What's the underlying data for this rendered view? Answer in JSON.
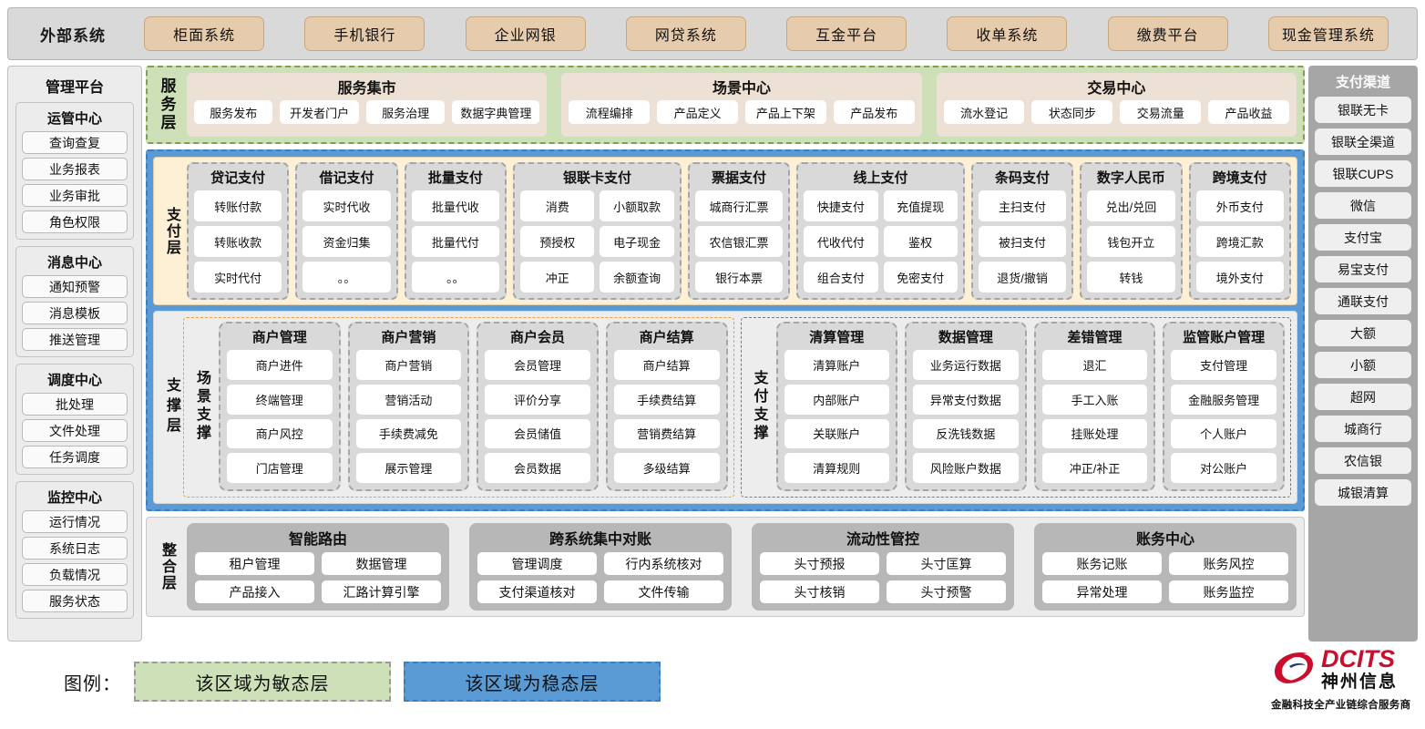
{
  "external": {
    "title": "外部系统",
    "items": [
      "柜面系统",
      "手机银行",
      "企业网银",
      "网贷系统",
      "互金平台",
      "收单系统",
      "缴费平台",
      "现金管理系统"
    ]
  },
  "left_sidebar": {
    "title": "管理平台",
    "groups": [
      {
        "title": "运管中心",
        "items": [
          "查询查复",
          "业务报表",
          "业务审批",
          "角色权限"
        ]
      },
      {
        "title": "消息中心",
        "items": [
          "通知预警",
          "消息模板",
          "推送管理"
        ]
      },
      {
        "title": "调度中心",
        "items": [
          "批处理",
          "文件处理",
          "任务调度"
        ]
      },
      {
        "title": "监控中心",
        "items": [
          "运行情况",
          "系统日志",
          "负载情况",
          "服务状态"
        ]
      }
    ]
  },
  "right_sidebar": {
    "title": "支付渠道",
    "items": [
      "银联无卡",
      "银联全渠道",
      "银联CUPS",
      "微信",
      "支付宝",
      "易宝支付",
      "通联支付",
      "大额",
      "小额",
      "超网",
      "城商行",
      "农信银",
      "城银清算"
    ]
  },
  "service_layer": {
    "label": "服务层",
    "groups": [
      {
        "title": "服务集市",
        "items": [
          "服务发布",
          "开发者门户",
          "服务治理",
          "数据字典管理"
        ]
      },
      {
        "title": "场景中心",
        "items": [
          "流程编排",
          "产品定义",
          "产品上下架",
          "产品发布"
        ]
      },
      {
        "title": "交易中心",
        "items": [
          "流水登记",
          "状态同步",
          "交易流量",
          "产品收益"
        ]
      }
    ]
  },
  "payment_layer": {
    "label": "支付层",
    "cards": [
      {
        "title": "贷记支付",
        "cols": 1,
        "rows": [
          [
            "转账付款"
          ],
          [
            "转账收款"
          ],
          [
            "实时代付"
          ]
        ]
      },
      {
        "title": "借记支付",
        "cols": 1,
        "rows": [
          [
            "实时代收"
          ],
          [
            "资金归集"
          ],
          [
            "。。"
          ]
        ]
      },
      {
        "title": "批量支付",
        "cols": 1,
        "rows": [
          [
            "批量代收"
          ],
          [
            "批量代付"
          ],
          [
            "。。"
          ]
        ]
      },
      {
        "title": "银联卡支付",
        "cols": 2,
        "rows": [
          [
            "消费",
            "小额取款"
          ],
          [
            "预授权",
            "电子现金"
          ],
          [
            "冲正",
            "余额查询"
          ]
        ]
      },
      {
        "title": "票据支付",
        "cols": 1,
        "rows": [
          [
            "城商行汇票"
          ],
          [
            "农信银汇票"
          ],
          [
            "银行本票"
          ]
        ]
      },
      {
        "title": "线上支付",
        "cols": 2,
        "rows": [
          [
            "快捷支付",
            "充值提现"
          ],
          [
            "代收代付",
            "鉴权"
          ],
          [
            "组合支付",
            "免密支付"
          ]
        ]
      },
      {
        "title": "条码支付",
        "cols": 1,
        "rows": [
          [
            "主扫支付"
          ],
          [
            "被扫支付"
          ],
          [
            "退货/撤销"
          ]
        ]
      },
      {
        "title": "数字人民币",
        "cols": 1,
        "rows": [
          [
            "兑出/兑回"
          ],
          [
            "钱包开立"
          ],
          [
            "转钱"
          ]
        ]
      },
      {
        "title": "跨境支付",
        "cols": 1,
        "rows": [
          [
            "外币支付"
          ],
          [
            "跨境汇款"
          ],
          [
            "境外支付"
          ]
        ]
      }
    ]
  },
  "support_layer": {
    "label": "支撑层",
    "groups": [
      {
        "label": "场景支撑",
        "cards": [
          {
            "title": "商户管理",
            "items": [
              "商户进件",
              "终端管理",
              "商户风控",
              "门店管理"
            ]
          },
          {
            "title": "商户营销",
            "items": [
              "商户营销",
              "营销活动",
              "手续费减免",
              "展示管理"
            ]
          },
          {
            "title": "商户会员",
            "items": [
              "会员管理",
              "评价分享",
              "会员储值",
              "会员数据"
            ]
          },
          {
            "title": "商户结算",
            "items": [
              "商户结算",
              "手续费结算",
              "营销费结算",
              "多级结算"
            ]
          }
        ]
      },
      {
        "label": "支付支撑",
        "cards": [
          {
            "title": "清算管理",
            "items": [
              "清算账户",
              "内部账户",
              "关联账户",
              "清算规则"
            ]
          },
          {
            "title": "数据管理",
            "items": [
              "业务运行数据",
              "异常支付数据",
              "反洗钱数据",
              "风险账户数据"
            ]
          },
          {
            "title": "差错管理",
            "items": [
              "退汇",
              "手工入账",
              "挂账处理",
              "冲正/补正"
            ]
          },
          {
            "title": "监管账户管理",
            "items": [
              "支付管理",
              "金融服务管理",
              "个人账户",
              "对公账户"
            ]
          }
        ]
      }
    ]
  },
  "integration_layer": {
    "label": "整合层",
    "cards": [
      {
        "title": "智能路由",
        "rows": [
          [
            "租户管理",
            "数据管理"
          ],
          [
            "产品接入",
            "汇路计算引擎"
          ]
        ]
      },
      {
        "title": "跨系统集中对账",
        "rows": [
          [
            "管理调度",
            "行内系统核对"
          ],
          [
            "支付渠道核对",
            "文件传输"
          ]
        ]
      },
      {
        "title": "流动性管控",
        "rows": [
          [
            "头寸预报",
            "头寸匡算"
          ],
          [
            "头寸核销",
            "头寸预警"
          ]
        ]
      },
      {
        "title": "账务中心",
        "rows": [
          [
            "账务记账",
            "账务风控"
          ],
          [
            "异常处理",
            "账务监控"
          ]
        ]
      }
    ]
  },
  "legend": {
    "label": "图例：",
    "agile_text": "该区域为敏态层",
    "stable_text": "该区域为稳态层",
    "agile_color": "#cde0b8",
    "stable_color": "#5b9bd5"
  },
  "logo": {
    "brand_en": "DCITS",
    "brand_cn": "神州信息",
    "tagline": "金融科技全产业链综合服务商",
    "brand_color": "#c8102e"
  }
}
